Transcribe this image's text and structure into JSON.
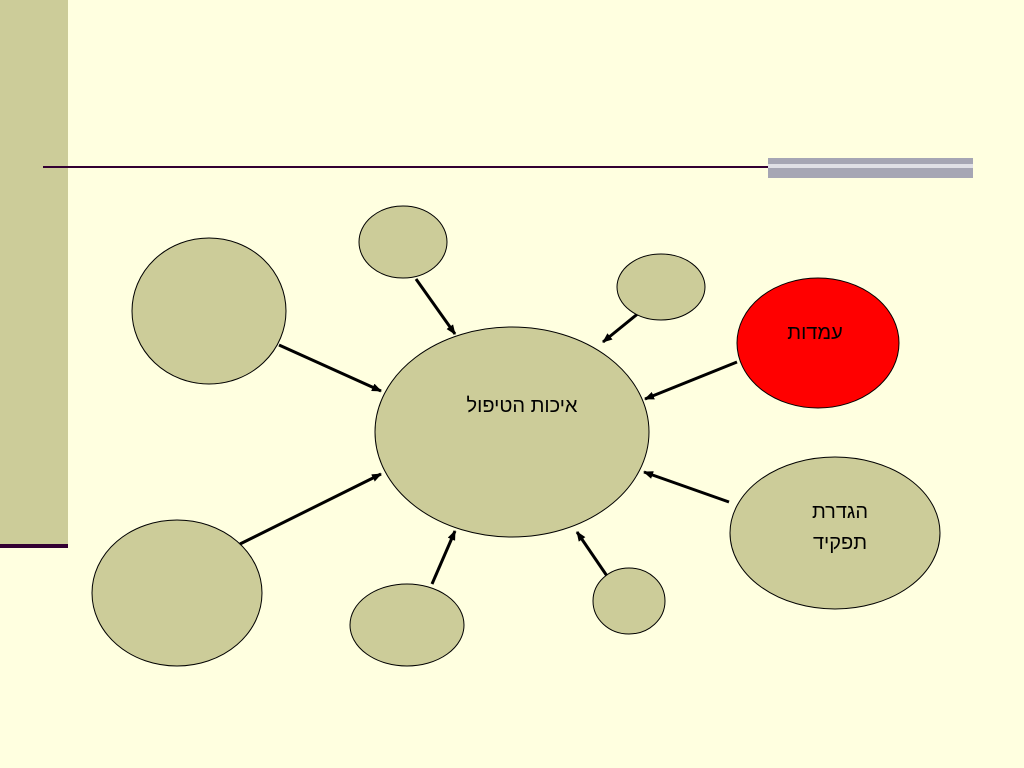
{
  "colors": {
    "background": "#ffffe0",
    "node_fill": "#cccc99",
    "highlight_fill": "#ff0000",
    "outline": "#000000",
    "rule": "#330033",
    "rule_accent": "#a6a6b4"
  },
  "diagram": {
    "center_node": {
      "label": "איכות הטיפול"
    },
    "nodes": [
      {
        "id": "node-top-small",
        "label": ""
      },
      {
        "id": "node-top-right-small",
        "label": ""
      },
      {
        "id": "node-amadot",
        "label": "עמדות",
        "highlighted": true
      },
      {
        "id": "node-hagdarat-tafkid",
        "label_line1": "הגדרת",
        "label_line2": "תפקיד"
      },
      {
        "id": "node-bottom-right-small",
        "label": ""
      },
      {
        "id": "node-bottom-small",
        "label": ""
      },
      {
        "id": "node-bottom-left-large",
        "label": ""
      },
      {
        "id": "node-top-left-large",
        "label": ""
      }
    ]
  }
}
